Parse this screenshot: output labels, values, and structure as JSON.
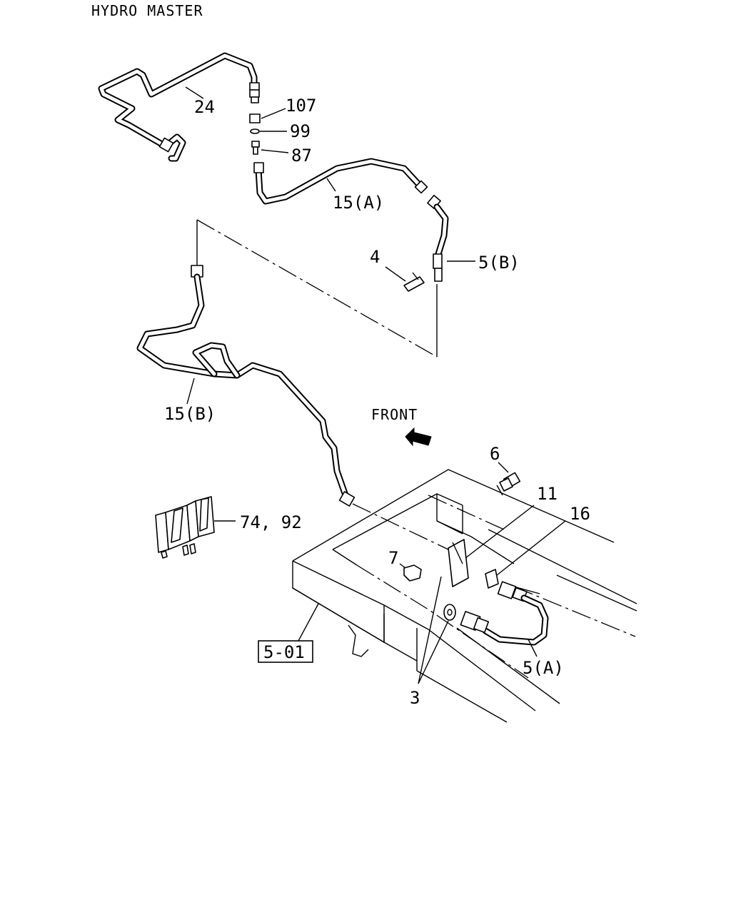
{
  "title": "HYDRO MASTER",
  "direction_label": "FRONT",
  "ref_box": "5-01",
  "callouts": {
    "p24": "24",
    "p107": "107",
    "p99": "99",
    "p87": "87",
    "p15a": "15(A)",
    "p4": "4",
    "p5b": "5(B)",
    "p15b": "15(B)",
    "p6": "6",
    "p11": "11",
    "p16": "16",
    "p7": "7",
    "p7492": "74, 92",
    "p5a": "5(A)",
    "p3": "3"
  }
}
